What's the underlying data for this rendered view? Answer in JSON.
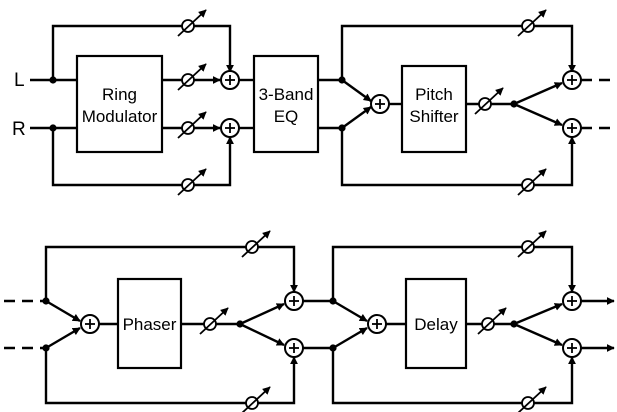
{
  "inputs": {
    "left": "L",
    "right": "R"
  },
  "blocks": {
    "ring_modulator": [
      "Ring",
      "Modulator"
    ],
    "eq": [
      "3-Band",
      "EQ"
    ],
    "pitch_shifter": [
      "Pitch",
      "Shifter"
    ],
    "phaser": [
      "Phaser"
    ],
    "delay": [
      "Delay"
    ]
  }
}
